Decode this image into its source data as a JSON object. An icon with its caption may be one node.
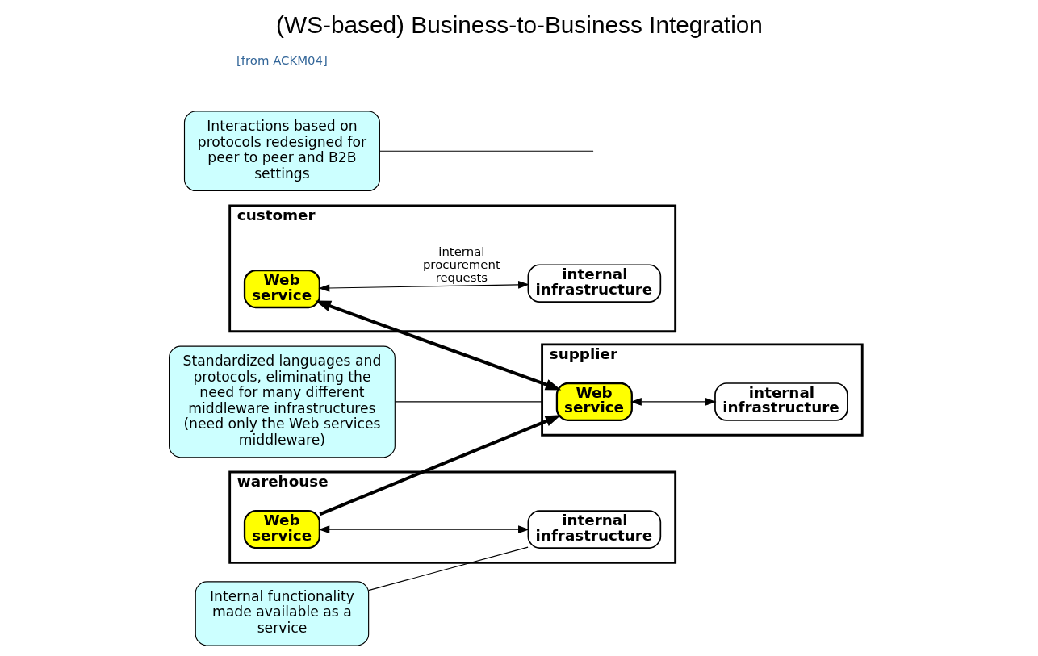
{
  "diagram": {
    "title": "(WS-based) Business-to-Business Integration",
    "nodes": [
      {
        "text": [
          "customer"
        ]
      },
      {
        "text": [
          "Web service"
        ],
        "in": 0
      },
      {
        "text": [
          "internal infrastructure"
        ],
        "in": 0
      },
      {
        "text": [
          "supplier"
        ]
      },
      {
        "text": [
          "Web service"
        ],
        "in": 3
      },
      {
        "text": [
          "internal infrastructure"
        ],
        "in": 3
      },
      {
        "text": [
          "warehouse"
        ]
      },
      {
        "text": [
          "Web service"
        ],
        "in": 6
      },
      {
        "text": [
          "internal infrastructure"
        ],
        "in": 6
      },
      {
        "text": [
          "Standardized languages and protocols, eliminating the need for many different middleware infrastructures (need only the Web services middleware)"
        ]
      },
      {
        "text": [
          "Interactions based on protocols redesigned for peer to peer and B2B settings"
        ]
      },
      {
        "text": [
          "Internal functionality made available as a service"
        ]
      }
    ],
    "edges": [
      {
        "from": 1,
        "to": 2,
        "arrow": "both",
        "label": "internal procurement requests"
      },
      {
        "from": 1,
        "to": 4,
        "arrow": "both",
        "style": "thick"
      },
      {
        "from": 4,
        "to": 5,
        "arrow": "both"
      },
      {
        "from": 7,
        "to": 4,
        "arrow": "to",
        "style": "thick"
      },
      {
        "from": 7,
        "to": 8,
        "arrow": "both"
      },
      {
        "from": 9,
        "to": 3,
        "arrow": "none"
      },
      {
        "from": 10,
        "to": null,
        "arrow": "none"
      },
      {
        "from": 11,
        "to": 8,
        "arrow": "none"
      }
    ],
    "labels": [
      "[from ACKM04]"
    ]
  }
}
